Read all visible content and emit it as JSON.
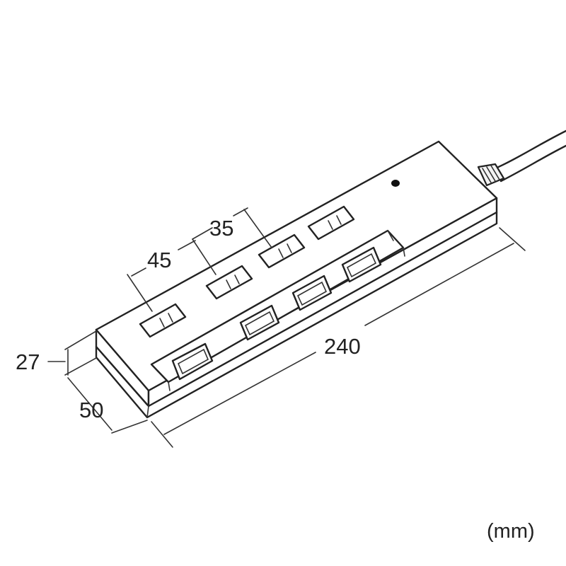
{
  "diagram": {
    "dimensions": {
      "outlet_spacing_large": "45",
      "outlet_spacing_small": "35",
      "height": "27",
      "width": "50",
      "length": "240"
    },
    "unit_label": "(mm)",
    "icons": [
      "power-strip",
      "outlet",
      "rocker-switch",
      "indicator-lamp",
      "power-cord"
    ]
  }
}
